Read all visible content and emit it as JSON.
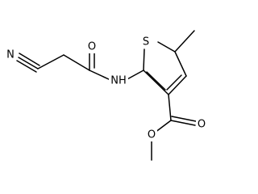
{
  "molecule": {
    "atom_labels": {
      "nitrile_n": "N",
      "amide_o": "O",
      "amide_nh": "NH",
      "thiophene_s": "S",
      "ester_carbonyl_o": "O",
      "ester_o": "O"
    }
  }
}
